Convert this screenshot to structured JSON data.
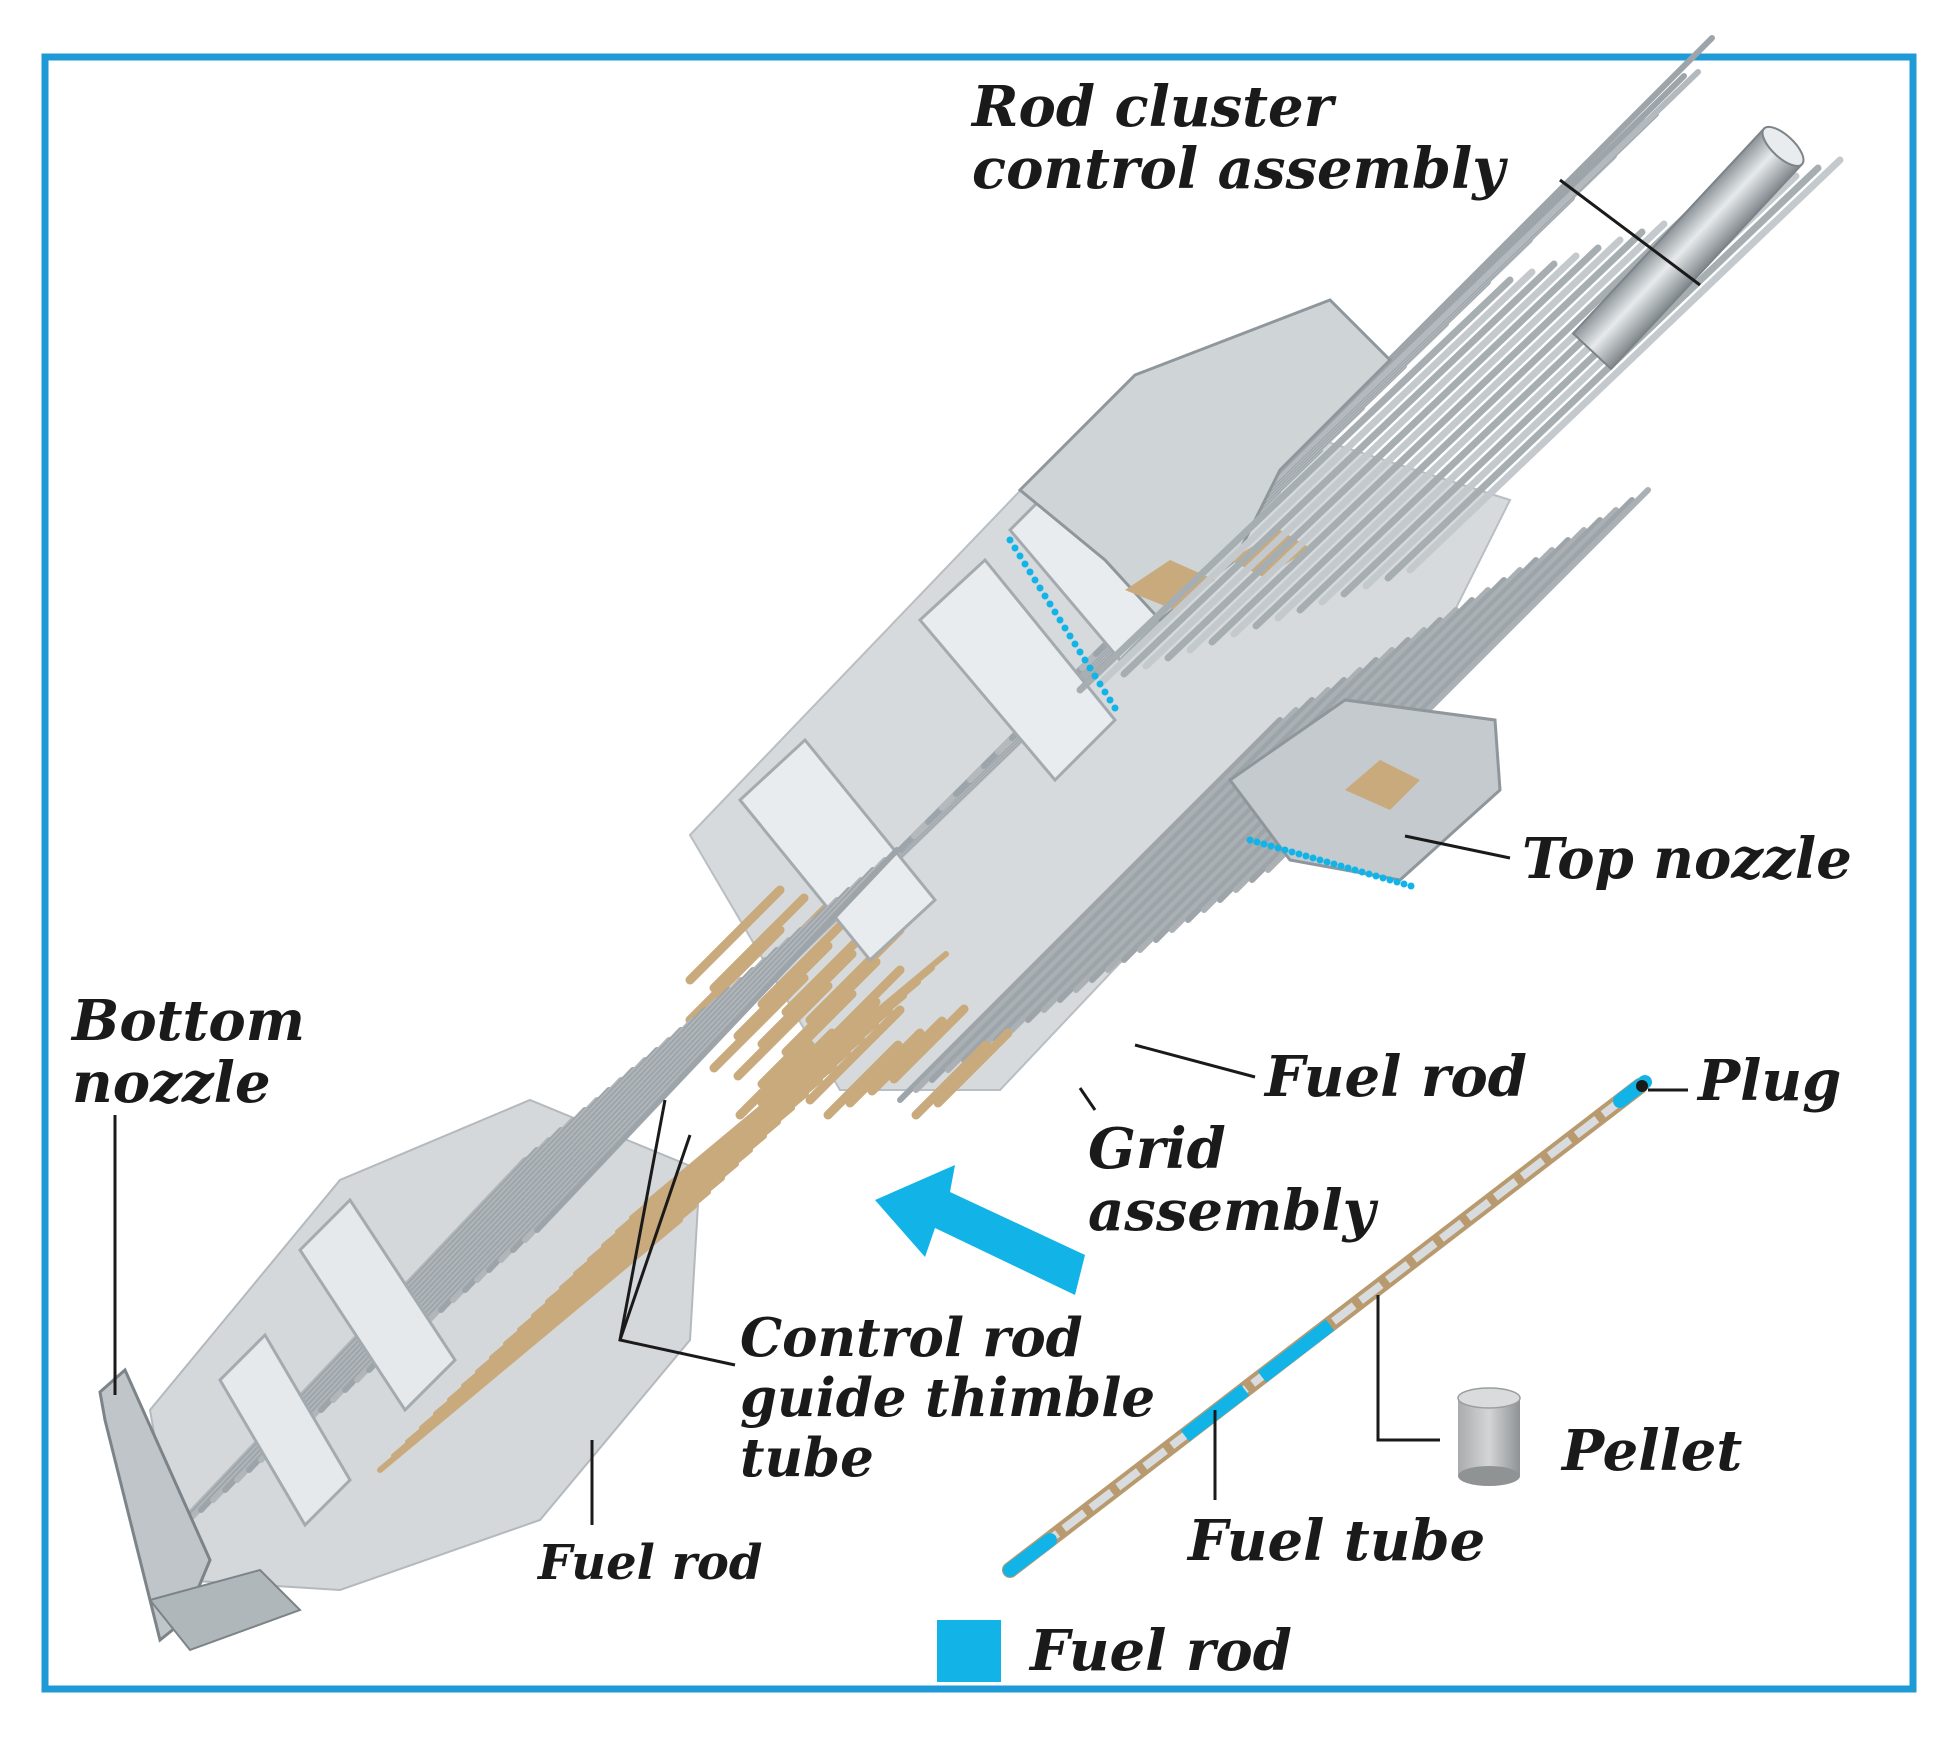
{
  "colors": {
    "frame": "#1e9ad6",
    "fuel_blue": "#12b4e8",
    "rod_steel": "#9ea5aa",
    "rod_tan": "#c9aa7c",
    "text": "#1a1a1a"
  },
  "labels": {
    "rcca": [
      "Rod cluster",
      "control assembly"
    ],
    "top_nozzle": "Top nozzle",
    "bottom_nozzle": [
      "Bottom",
      "nozzle"
    ],
    "fuel_rod_upper": "Fuel rod",
    "plug": "Plug",
    "grid_assembly": [
      "Grid",
      "assembly"
    ],
    "control_rod_guide": [
      "Control rod",
      "guide thimble",
      "tube"
    ],
    "fuel_rod_lower": "Fuel rod",
    "pellet": "Pellet",
    "fuel_tube": "Fuel tube"
  },
  "legend": {
    "label": "Fuel rod",
    "swatch_color": "#12b4e8"
  }
}
